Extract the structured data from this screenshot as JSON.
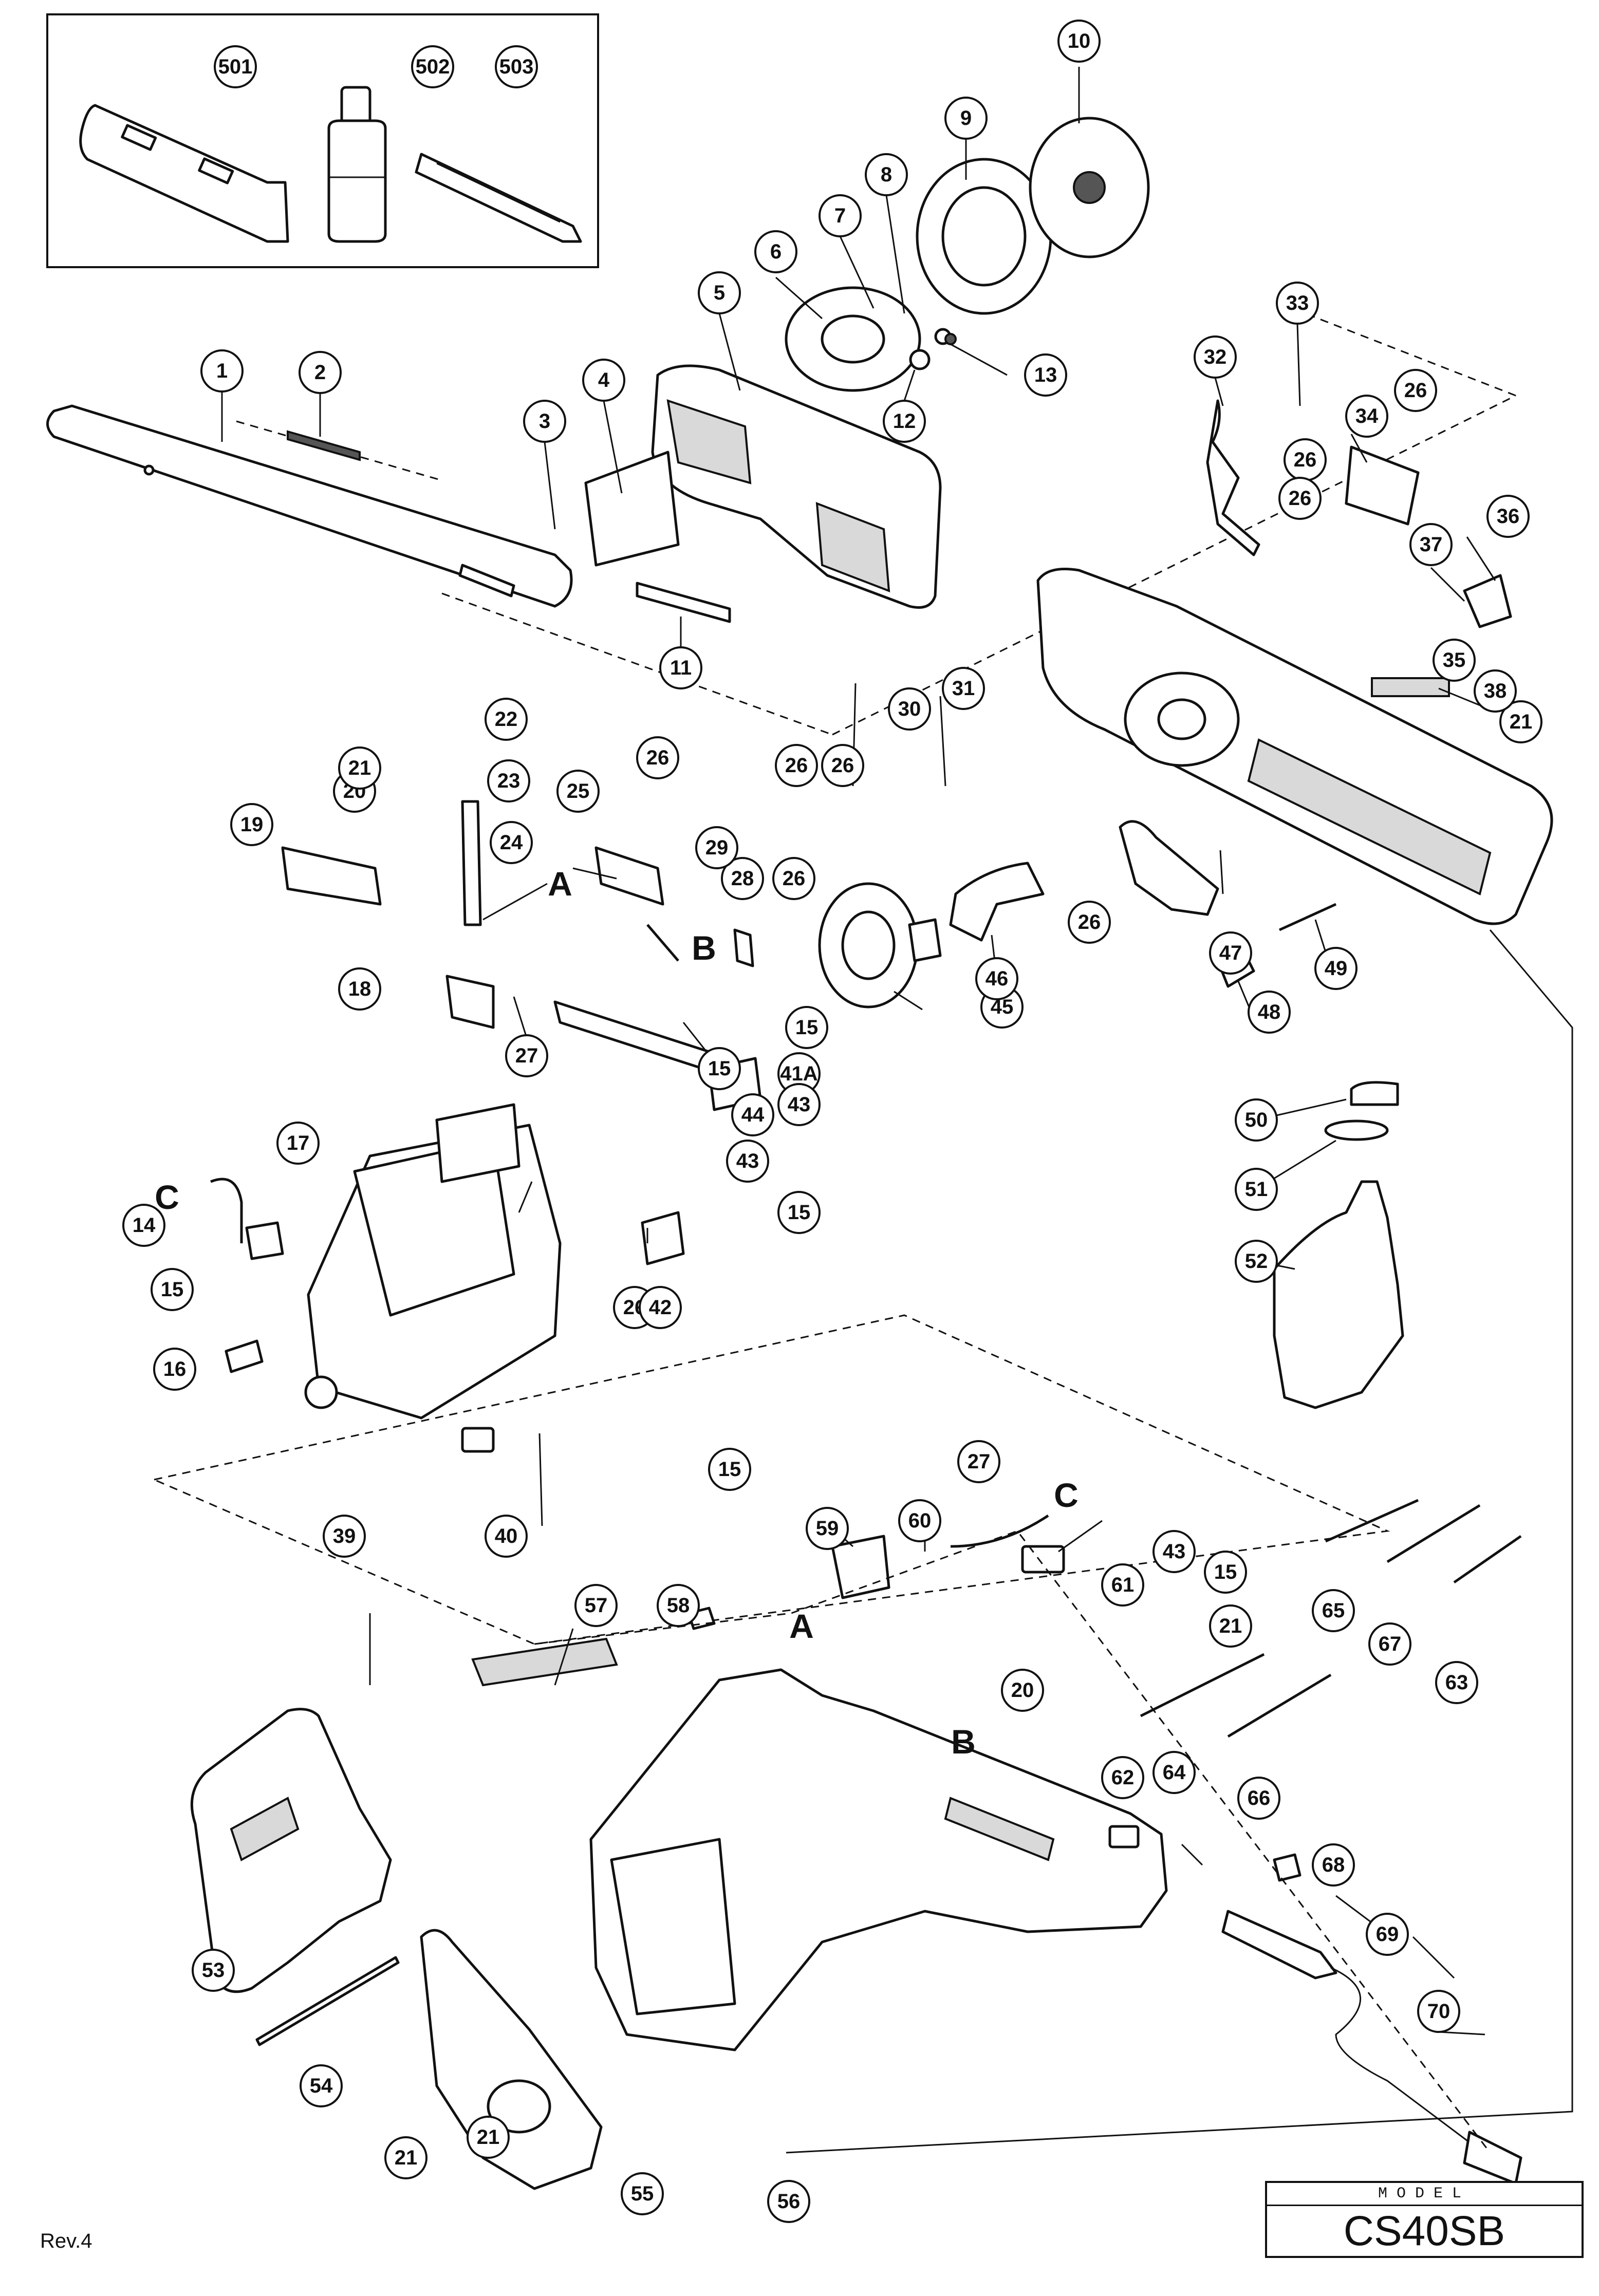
{
  "revision": "Rev.4",
  "model": {
    "label": "MODEL",
    "number": "CS40SB"
  },
  "accessories": [
    "501",
    "502",
    "503"
  ],
  "section_letters": [
    "A",
    "B",
    "C",
    "A",
    "B",
    "C"
  ],
  "part_numbers": [
    "1",
    "2",
    "3",
    "4",
    "5",
    "6",
    "7",
    "8",
    "9",
    "10",
    "11",
    "12",
    "13",
    "14",
    "15",
    "15",
    "15",
    "15",
    "15",
    "15",
    "16",
    "17",
    "18",
    "19",
    "20",
    "20",
    "21",
    "21",
    "21",
    "21",
    "21",
    "22",
    "23",
    "24",
    "25",
    "26",
    "26",
    "26",
    "26",
    "26",
    "26",
    "26",
    "26",
    "26",
    "27",
    "27",
    "28",
    "29",
    "30",
    "31",
    "32",
    "33",
    "34",
    "35",
    "36",
    "37",
    "38",
    "39",
    "40",
    "41A",
    "42",
    "43",
    "43",
    "43",
    "44",
    "45",
    "46",
    "47",
    "48",
    "49",
    "50",
    "51",
    "52",
    "53",
    "54",
    "55",
    "56",
    "57",
    "58",
    "59",
    "60",
    "61",
    "62",
    "63",
    "64",
    "65",
    "66",
    "67",
    "68",
    "69",
    "70"
  ]
}
